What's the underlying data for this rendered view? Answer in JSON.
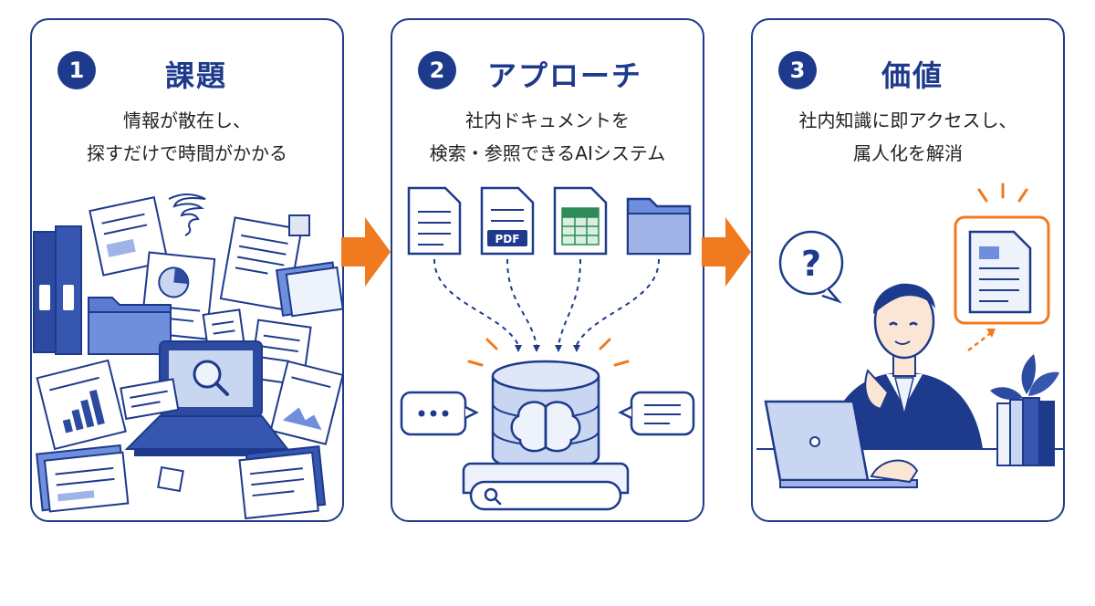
{
  "steps": [
    {
      "number": "1",
      "title": "課題",
      "lines": [
        "情報が散在し、",
        "探すだけで時間がかかる"
      ]
    },
    {
      "number": "2",
      "title": "アプローチ",
      "lines": [
        "社内ドキュメントを",
        "検索・参照できるAIシステム"
      ]
    },
    {
      "number": "3",
      "title": "価値",
      "lines": [
        "社内知識に即アクセスし、",
        "属人化を解消"
      ]
    }
  ],
  "icons": {
    "pdf_label": "PDF",
    "question_mark": "?"
  },
  "colors": {
    "primary": "#1d3a8c",
    "accent_orange": "#f07a1f",
    "light_blue": "#c9d6f2"
  }
}
